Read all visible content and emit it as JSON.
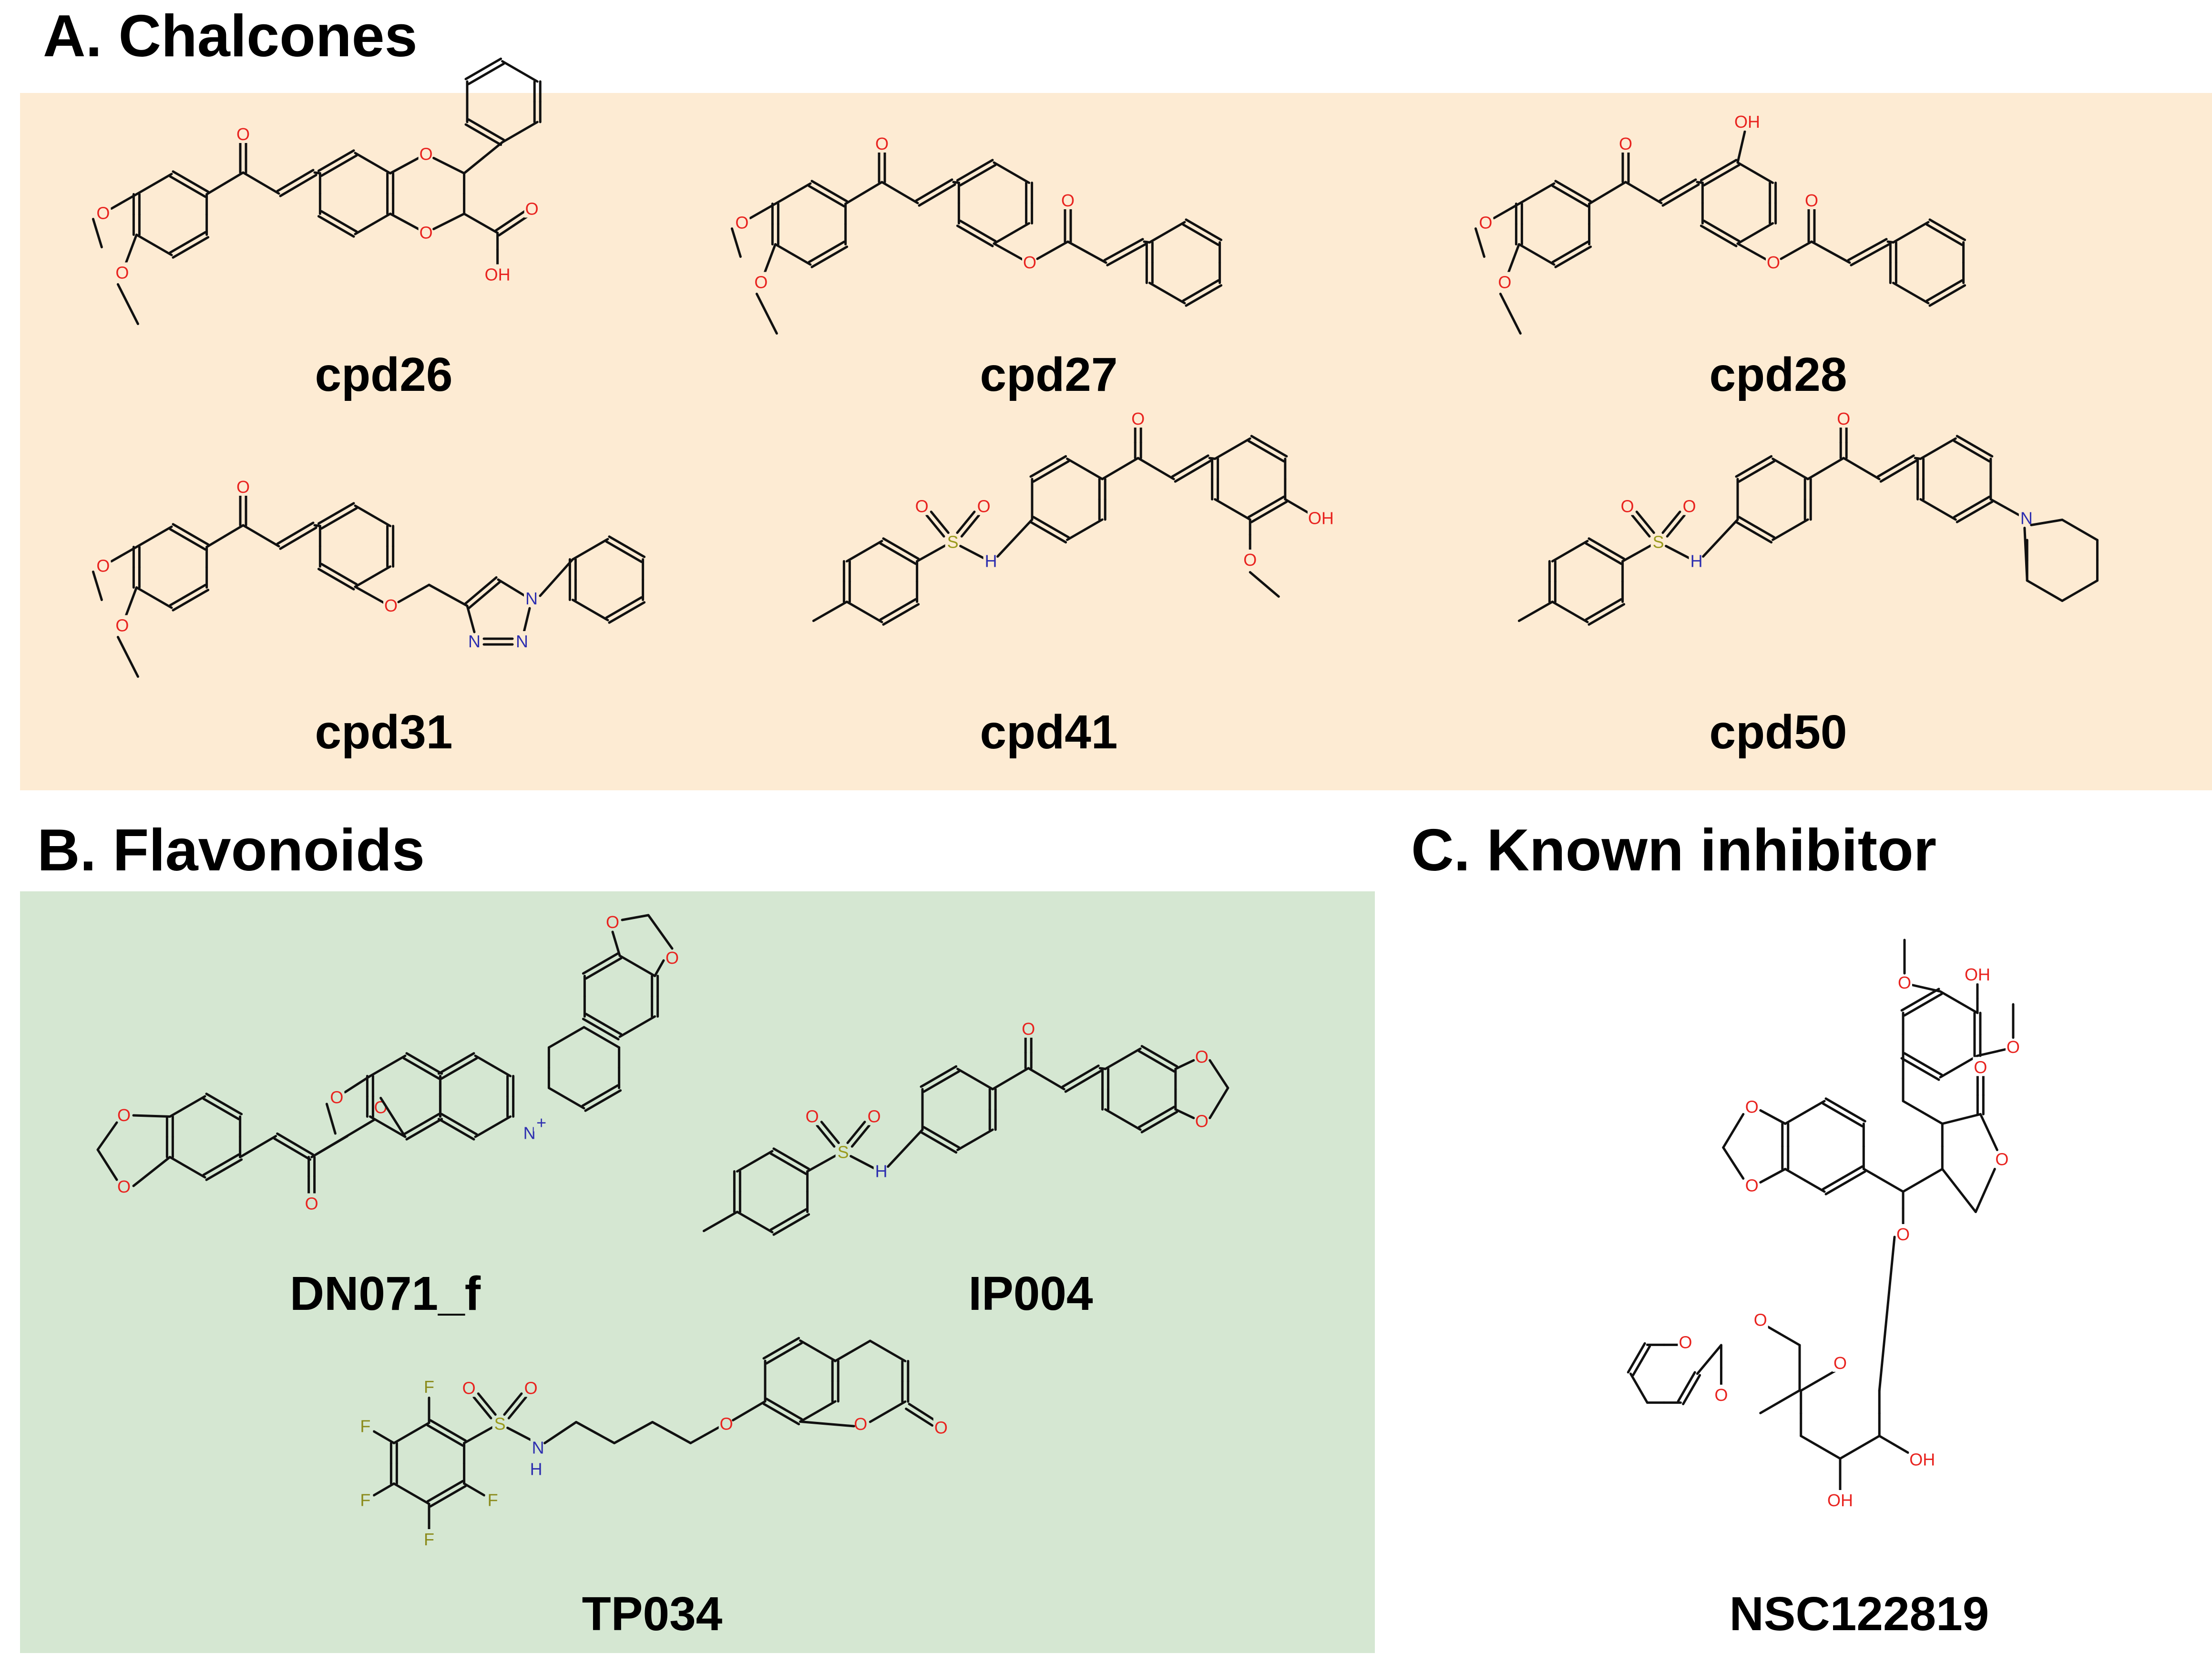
{
  "colors": {
    "panel_a_bg": "#fdebd3",
    "panel_b_bg": "#d5e7d2",
    "bond": "#111111",
    "oxygen": "#e8231f",
    "nitrogen": "#2e2fb0",
    "sulfur": "#9a9a1c",
    "fluorine": "#8a8a1a"
  },
  "panels": {
    "a": {
      "title": "A. Chalcones"
    },
    "b": {
      "title": "B. Flavonoids"
    },
    "c": {
      "title": "C. Known inhibitor"
    }
  },
  "compounds": [
    {
      "id": "cpd26",
      "panel": "a"
    },
    {
      "id": "cpd27",
      "panel": "a"
    },
    {
      "id": "cpd28",
      "panel": "a"
    },
    {
      "id": "cpd31",
      "panel": "a"
    },
    {
      "id": "cpd41",
      "panel": "a"
    },
    {
      "id": "cpd50",
      "panel": "a"
    },
    {
      "id": "DN071_f",
      "panel": "b"
    },
    {
      "id": "IP004",
      "panel": "b"
    },
    {
      "id": "TP034",
      "panel": "b"
    },
    {
      "id": "NSC122819",
      "panel": "c"
    }
  ],
  "atom_labels": {
    "O": "O",
    "OH": "OH",
    "N": "N",
    "NH": "H",
    "S": "S",
    "F": "F",
    "Nplus": "N",
    "plus": "+"
  }
}
